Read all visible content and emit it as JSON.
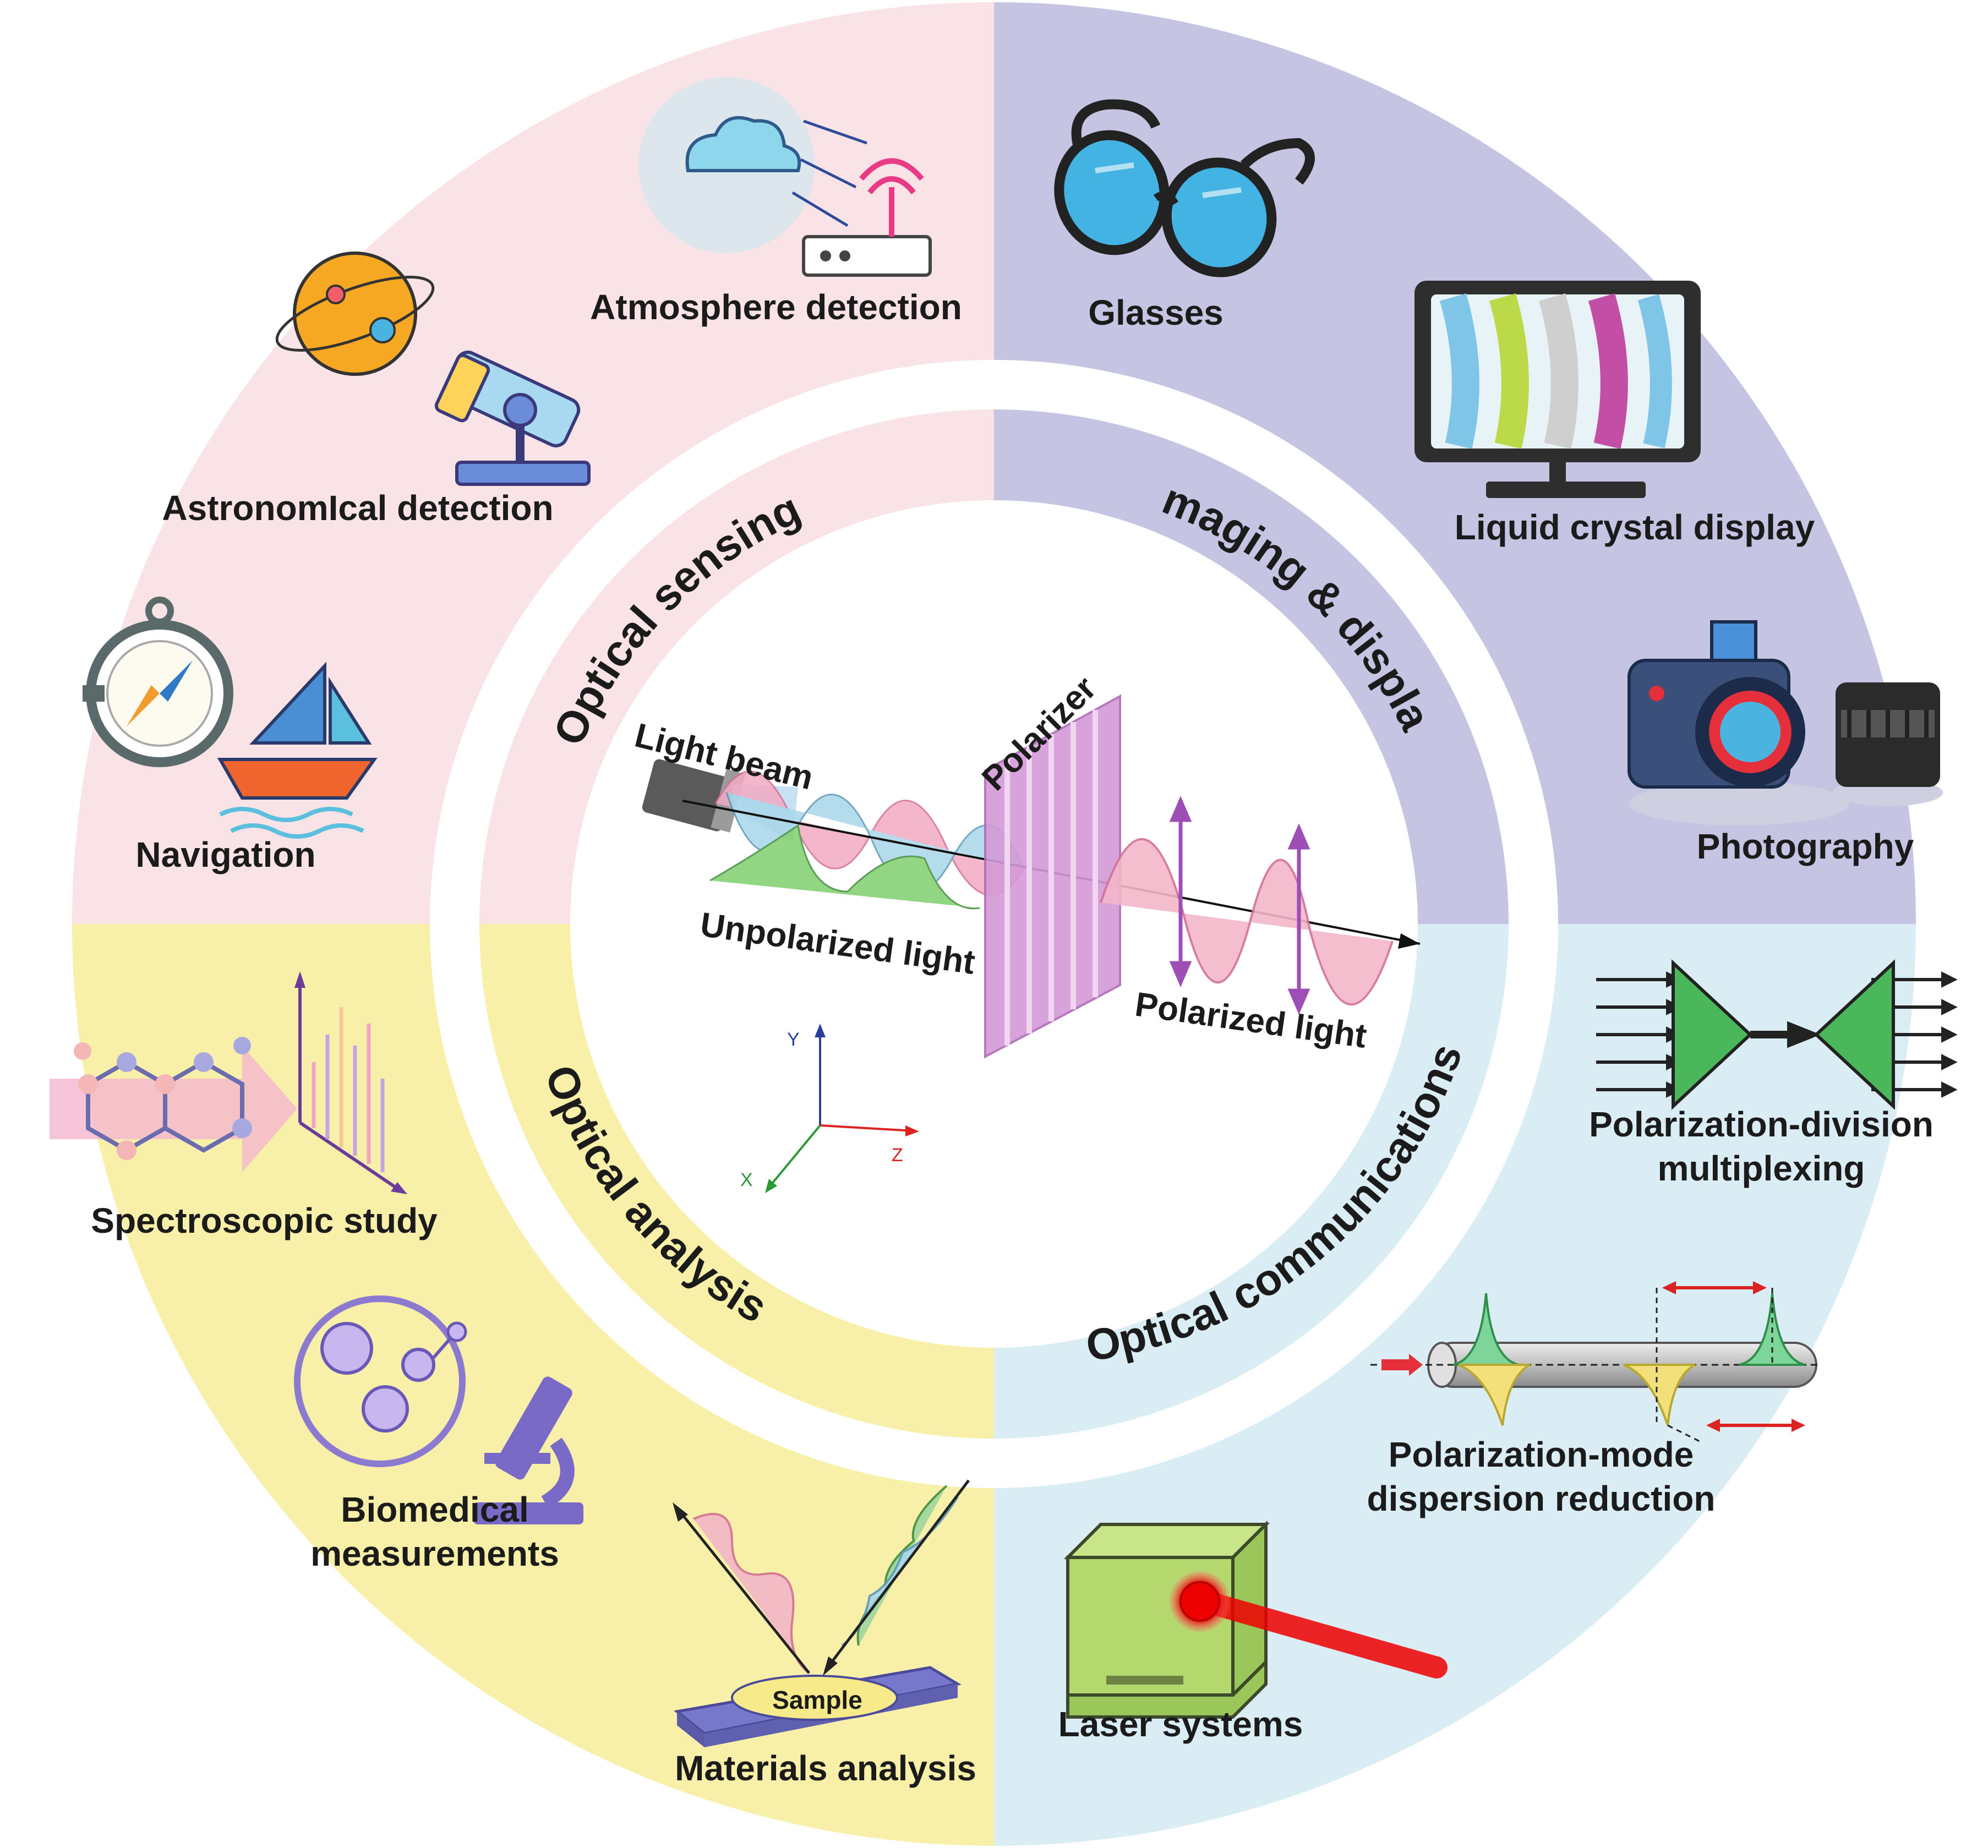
{
  "categories": {
    "sensing": "Optical sensing",
    "imaging": "Imaging & display",
    "analysis": "Optical analysis",
    "communications": "Optical communications"
  },
  "center": {
    "light_beam": "Light beam",
    "polarizer": "Polarizer",
    "unpolarized": "Unpolarized light",
    "polarized": "Polarized light",
    "axis_x": "X",
    "axis_y": "Y",
    "axis_z": "Z"
  },
  "applications": {
    "atmosphere": "Atmosphere detection",
    "astronomical": "AstronomIcal detection",
    "navigation": "Navigation",
    "glasses": "Glasses",
    "lcd": "Liquid crystal display",
    "photography": "Photography",
    "spectroscopic": "Spectroscopic study",
    "biomedical_1": "Biomedical",
    "biomedical_2": "measurements",
    "materials": "Materials analysis",
    "sample": "Sample",
    "pdm_1": "Polarization-division",
    "pdm_2": "multiplexing",
    "pmd_1": "Polarization-mode",
    "pmd_2": "dispersion reduction",
    "laser": "Laser systems"
  },
  "colors": {
    "sensing_bg": "#f9e3e6",
    "imaging_bg": "#c5c5e3",
    "analysis_bg": "#f8efa8",
    "communications_bg": "#daedf5",
    "accent_pink": "#e86f9a",
    "accent_green": "#55b95c",
    "accent_purple": "#9d4fb5"
  },
  "icons": {
    "atmosphere": "cloud-router-icon",
    "astronomical": "planet-telescope-icon",
    "navigation": "compass-sailboat-icon",
    "glasses": "glasses-icon",
    "lcd": "monitor-icon",
    "photography": "camera-lens-icon",
    "spectroscopic": "molecule-spectrum-icon",
    "biomedical": "microscope-cells-icon",
    "materials": "reflection-sample-icon",
    "pdm": "multiplexer-icon",
    "pmd": "fiber-pulse-icon",
    "laser": "laser-box-icon"
  }
}
